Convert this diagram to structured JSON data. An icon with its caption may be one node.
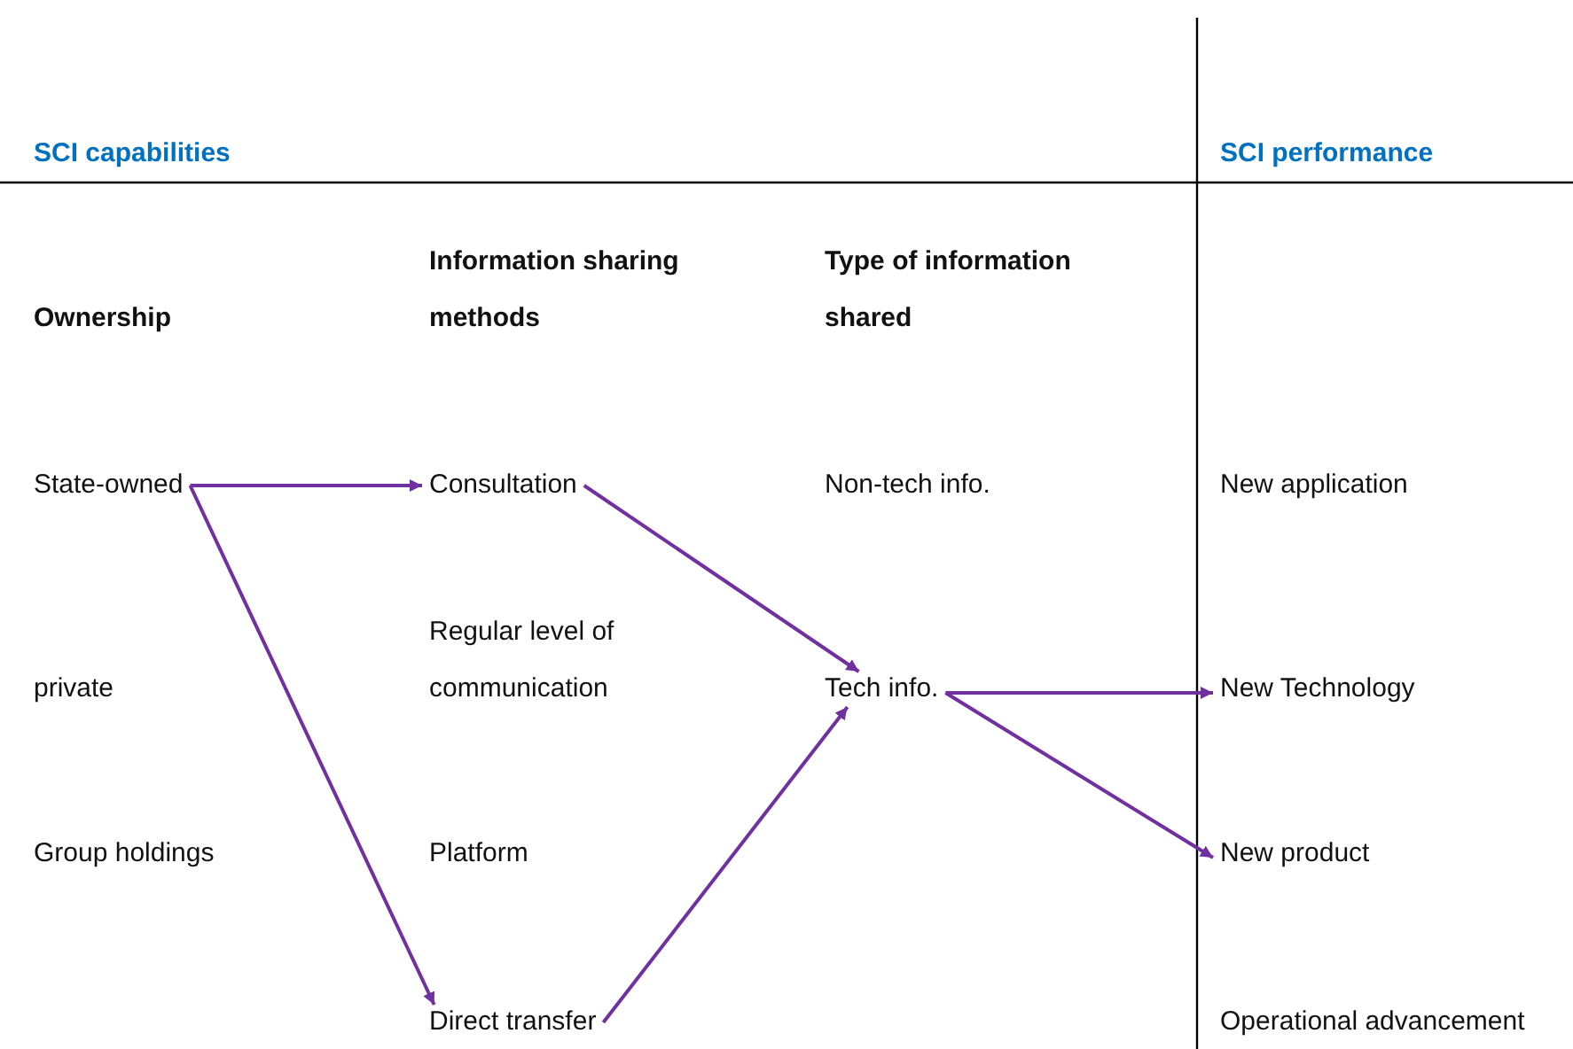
{
  "diagram": {
    "nodes": [
      {
        "text": [
          "State-owned"
        ]
      },
      {
        "text": [
          "Consultation"
        ]
      },
      {
        "text": [
          "Tech info."
        ]
      },
      {
        "text": [
          "New Technology"
        ]
      },
      {
        "text": [
          "New product"
        ]
      },
      {
        "text": [
          "Direct transfer"
        ]
      }
    ],
    "edges": [
      {
        "from": 0,
        "to": 1,
        "arrow": "to"
      },
      {
        "from": 0,
        "to": 5,
        "arrow": "to"
      },
      {
        "from": 1,
        "to": 2,
        "arrow": "to"
      },
      {
        "from": 5,
        "to": 2,
        "arrow": "to"
      },
      {
        "from": 2,
        "to": 3,
        "arrow": "to"
      },
      {
        "from": 2,
        "to": 4,
        "arrow": "to"
      }
    ],
    "labels": [
      "SCI capabilities",
      "SCI performance",
      "Information sharing methods",
      "Type of information shared",
      "Ownership",
      "Non-tech info.",
      "New application",
      "private",
      "Regular level of communication",
      "Group holdings",
      "Platform",
      "Operational advancement"
    ]
  }
}
